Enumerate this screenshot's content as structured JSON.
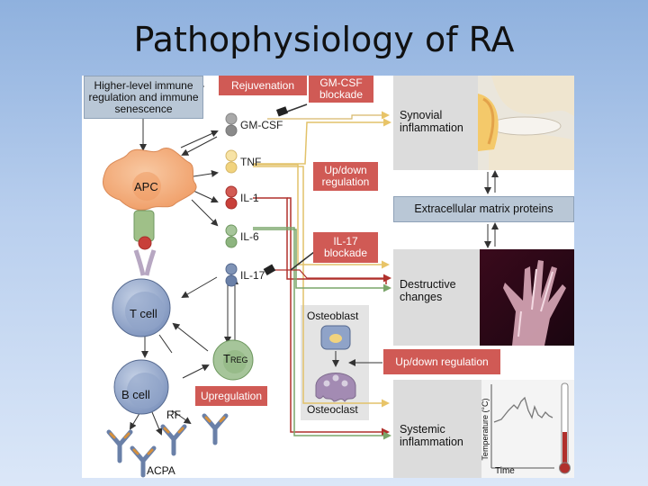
{
  "slide": {
    "title": "Pathophysiology of RA"
  },
  "diagram": {
    "immune_box": "Higher-level immune regulation and immune senescence",
    "rejuvenation": "Rejuvenation",
    "gmcsf_blockade": "GM-CSF blockade",
    "updown_regulation_top": "Up/down regulation",
    "il17_blockade": "IL-17 blockade",
    "upregulation": "Upregulation",
    "updown_regulation_bottom": "Up/down regulation",
    "extracellular": "Extracellular matrix proteins",
    "cytokines": [
      "GM-CSF",
      "TNF",
      "IL-1",
      "IL-6",
      "IL-17"
    ],
    "cells": {
      "apc": "APC",
      "tcell": "T cell",
      "treg_main": "T",
      "treg_sub": "REG",
      "bcell": "B cell",
      "rf": "RF",
      "acpa": "ACPA",
      "osteoblast": "Osteoblast",
      "osteoclast": "Osteoclast"
    },
    "panels": {
      "synovial": "Synovial inflammation",
      "destructive": "Destructive changes",
      "systemic": "Systemic inflammation"
    },
    "chart": {
      "ylabel": "Temperature (°C)",
      "xlabel": "Time"
    },
    "colors": {
      "red_box": "#d05a55",
      "blue_box": "#b9c7d6",
      "cell_blue": "#8fa3c8",
      "apc_orange": "#f2a877",
      "panel_grey": "#dcdcdc"
    }
  }
}
